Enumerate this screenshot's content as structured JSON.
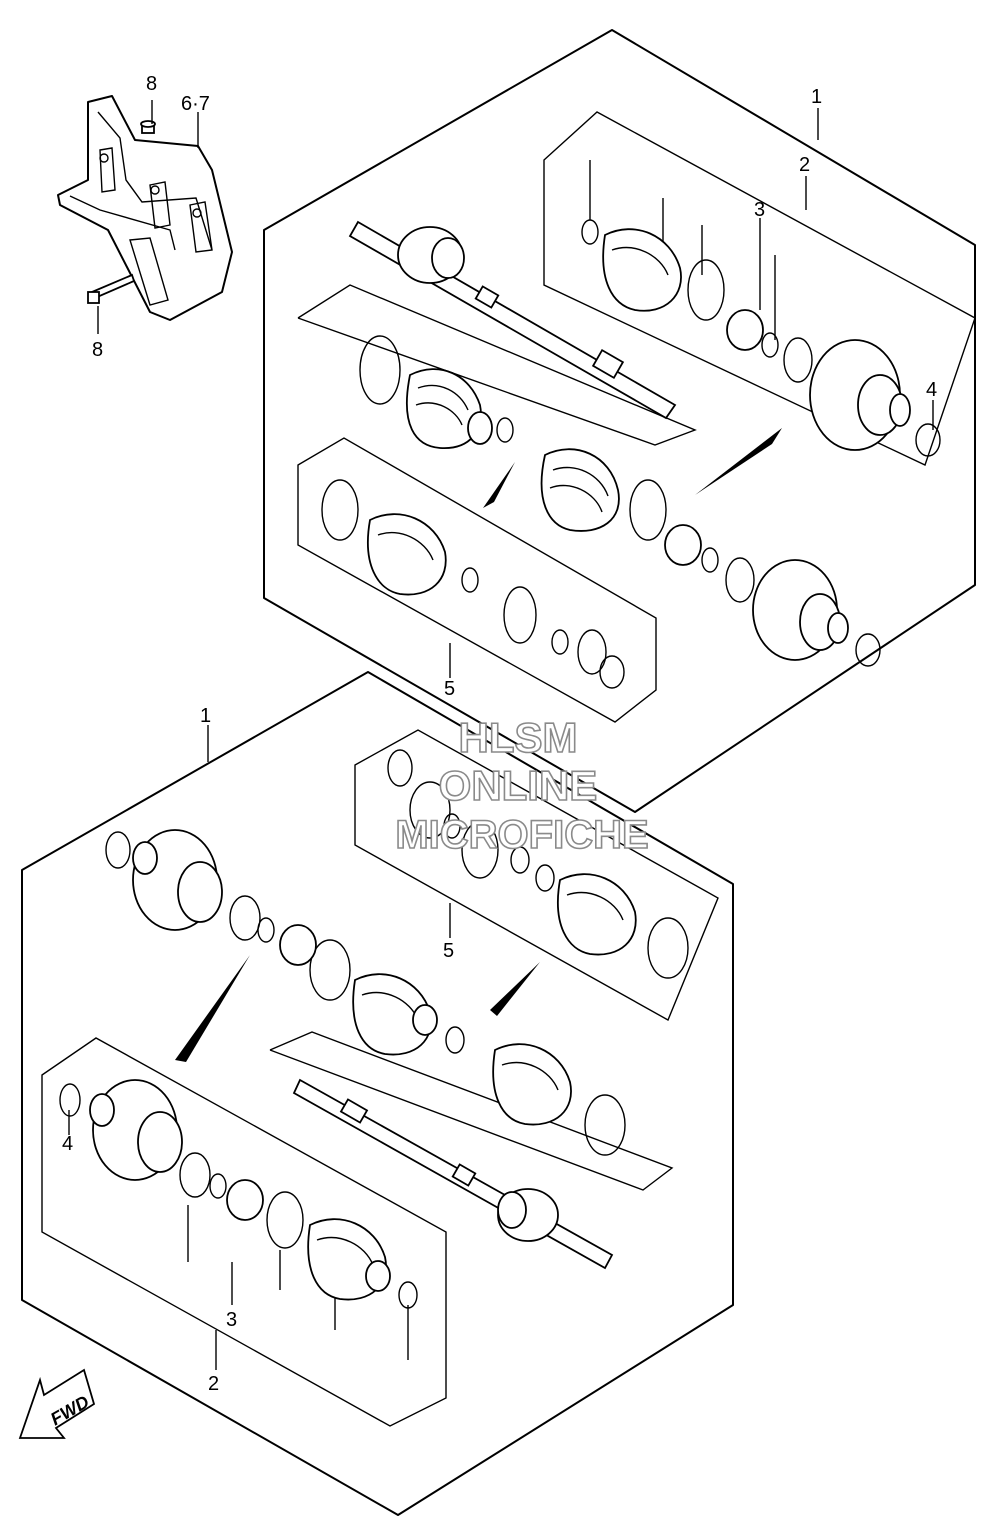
{
  "callouts": {
    "bracket_bolt_top": "8",
    "bracket_bolt_bottom": "8",
    "bracket_guard": "6·7",
    "upper_assembly": "1",
    "upper_joint_set": "2",
    "upper_boot_kit": "3",
    "upper_circlip": "4",
    "upper_inner_boot_set": "5",
    "lower_assembly": "1",
    "lower_joint_set": "2",
    "lower_boot_kit": "3",
    "lower_circlip": "4",
    "lower_inner_boot_set": "5"
  },
  "watermark": {
    "line1": "HLSM",
    "line2": "ONLINE",
    "line3": "MICROFICHE"
  },
  "direction_indicator": {
    "label": "FWD",
    "icon": "arrow-down-left-icon"
  },
  "colors": {
    "line": "#000000",
    "background": "#ffffff",
    "watermark_outline": "#8a8a8a"
  }
}
